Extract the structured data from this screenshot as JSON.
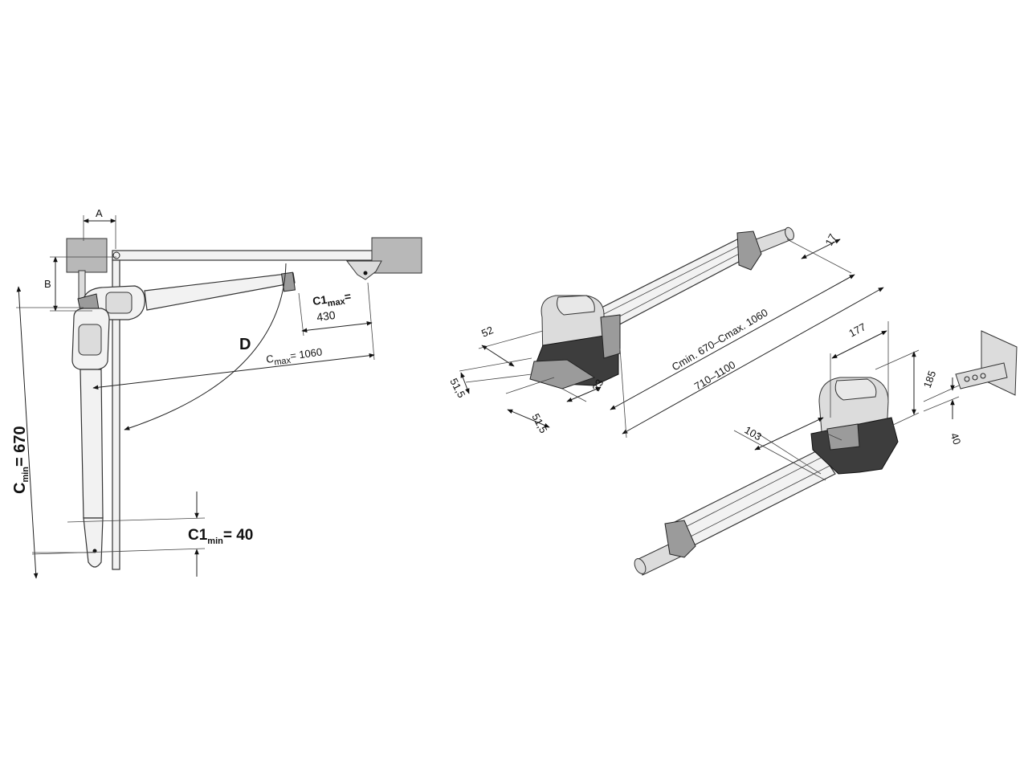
{
  "plan_view": {
    "label_a": "A",
    "label_b": "B",
    "label_d": "D",
    "c_min_main": "C",
    "c_min_sub": "min",
    "c_min_value": "= 670",
    "c1_min_main": "C1",
    "c1_min_sub": "min",
    "c1_min_value": "= 40",
    "c1_max_main": "C1",
    "c1_max_sub": "max",
    "c1_max_eq": "=",
    "c1_max_value": "430",
    "c_max_main": "C",
    "c_max_sub": "max",
    "c_max_value": "= 1060"
  },
  "iso_view_1": {
    "dim_17": "17",
    "dim_52": "52",
    "dim_51_5_a": "51,5",
    "dim_51_5_b": "51,5",
    "dim_23": "23",
    "dim_stroke": "Cmin. 670–Cmax. 1060",
    "dim_length": "710–1100"
  },
  "iso_view_2": {
    "dim_177": "177",
    "dim_185": "185",
    "dim_40": "40",
    "dim_103": "103"
  }
}
